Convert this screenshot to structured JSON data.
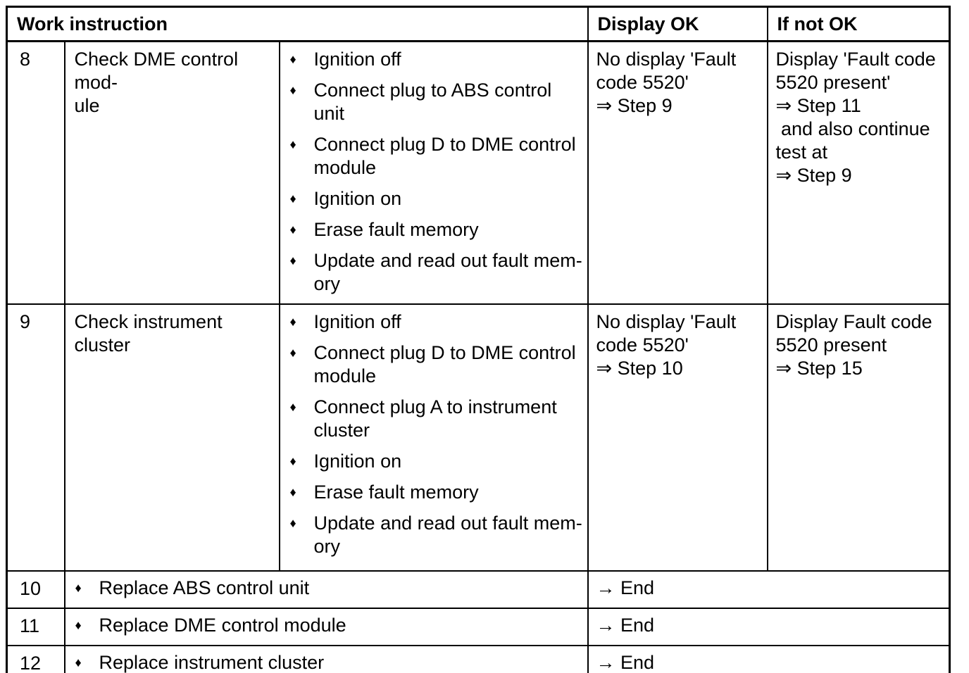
{
  "table": {
    "header": {
      "work_instruction": "Work instruction",
      "display_ok": "Display OK",
      "if_not_ok": "If not OK"
    },
    "bullet_char": "♦",
    "rows": [
      {
        "step": "8",
        "title": "Check DME control mod-\nule",
        "actions": [
          "Ignition off",
          "Connect plug to ABS control\nunit",
          "Connect plug D to DME control\nmodule",
          "Ignition on",
          "Erase fault memory",
          "Update and read out fault mem-\nory"
        ],
        "display_ok": "No display 'Fault\ncode 5520'\n⇒ Step 9",
        "if_not_ok": "Display 'Fault code\n5520 present'\n⇒ Step 11\n and also continue\ntest at\n⇒ Step 9"
      },
      {
        "step": "9",
        "title": "Check instrument cluster",
        "actions": [
          "Ignition off",
          "Connect plug D to DME control\nmodule",
          "Connect plug A to instrument\ncluster",
          "Ignition on",
          "Erase fault memory",
          "Update and read out fault mem-\nory"
        ],
        "display_ok": "No display 'Fault\ncode 5520'\n⇒ Step 10",
        "if_not_ok": "Display Fault code\n5520 present\n⇒ Step 15"
      }
    ],
    "simple_rows": [
      {
        "step": "10",
        "action": "Replace ABS control unit",
        "result": "→ End"
      },
      {
        "step": "11",
        "action": "Replace DME control module",
        "result": "→ End"
      },
      {
        "step": "12",
        "action": "Replace instrument cluster",
        "result": "→ End"
      }
    ]
  }
}
